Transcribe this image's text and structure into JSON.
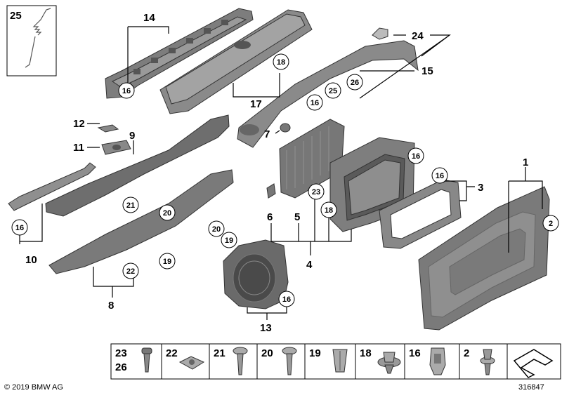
{
  "labels": {
    "l1": "1",
    "l2": "2",
    "l3": "3",
    "l4": "4",
    "l5": "5",
    "l6": "6",
    "l7": "7",
    "l8": "8",
    "l9": "9",
    "l10": "10",
    "l11": "11",
    "l12": "12",
    "l13": "13",
    "l14": "14",
    "l15": "15",
    "l17": "17",
    "l24": "24",
    "l25": "25"
  },
  "callouts": {
    "c16": "16",
    "c18": "18",
    "c19": "19",
    "c20": "20",
    "c21": "21",
    "c22": "22",
    "c23": "23",
    "c25": "25",
    "c26": "26",
    "c2": "2"
  },
  "legend": {
    "items": [
      {
        "label": "23\n26",
        "line1": "23",
        "line2": "26",
        "icon": "plug-screw-icon"
      },
      {
        "label": "22",
        "icon": "spring-nut-icon"
      },
      {
        "label": "21",
        "icon": "hex-screw-icon"
      },
      {
        "label": "20",
        "icon": "flat-screw-icon"
      },
      {
        "label": "19",
        "icon": "expanding-nut-icon"
      },
      {
        "label": "18",
        "icon": "clip-grommet-icon"
      },
      {
        "label": "16",
        "icon": "trim-clip-icon"
      },
      {
        "label": "2",
        "icon": "rivet-icon"
      }
    ]
  },
  "footer": {
    "copyright": "© 2019 BMW AG",
    "diagram_number": "316847"
  },
  "colors": {
    "part_fill": "#888888",
    "part_dark": "#555555",
    "part_light": "#aaaaaa"
  }
}
